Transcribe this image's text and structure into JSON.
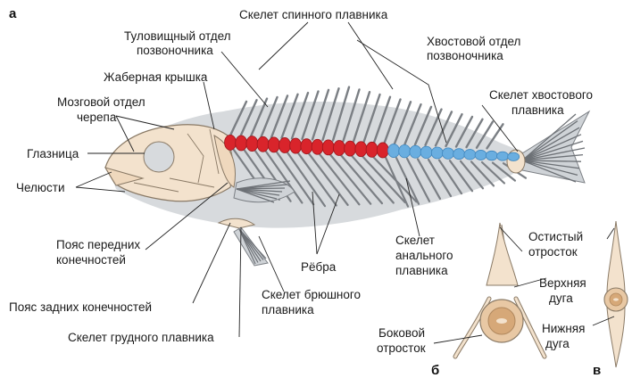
{
  "panels": {
    "a": "а",
    "b": "б",
    "c": "в"
  },
  "labels": {
    "dorsal_fin_skeleton": "Скелет спинного плавника",
    "trunk_spine_1": "Туловищный отдел",
    "trunk_spine_2": "позвоночника",
    "caudal_spine_1": "Хвостовой отдел",
    "caudal_spine_2": "позвоночника",
    "gill_cover": "Жаберная крышка",
    "tail_fin_1": "Скелет хвостового",
    "tail_fin_2": "плавника",
    "braincase_1": "Мозговой отдел",
    "braincase_2": "черепа",
    "orbit": "Глазница",
    "jaws": "Челюсти",
    "front_girdle_1": "Пояс передних",
    "front_girdle_2": "конечностей",
    "ribs": "Рёбра",
    "anal_fin_1": "Скелет",
    "anal_fin_2": "анального",
    "anal_fin_3": "плавника",
    "spinous_1": "Остистый",
    "spinous_2": "отросток",
    "upper_arch_1": "Верхняя",
    "upper_arch_2": "дуга",
    "hind_girdle": "Пояс задних конечностей",
    "pelvic_fin_1": "Скелет брюшного",
    "pelvic_fin_2": "плавника",
    "lower_arch_1": "Нижняя",
    "lower_arch_2": "дуга",
    "lateral_1": "Боковой",
    "lateral_2": "отросток",
    "pectoral_fin": "Скелет грудного плавника"
  },
  "colors": {
    "body_silhouette": "#d7dadd",
    "bone": "#f3e2cd",
    "bone_outline": "#8a7a66",
    "fin_ray": "#7b7f84",
    "trunk_vertebrae": "#d9242b",
    "caudal_vertebrae": "#6aaee0",
    "leader_line": "#222222"
  }
}
